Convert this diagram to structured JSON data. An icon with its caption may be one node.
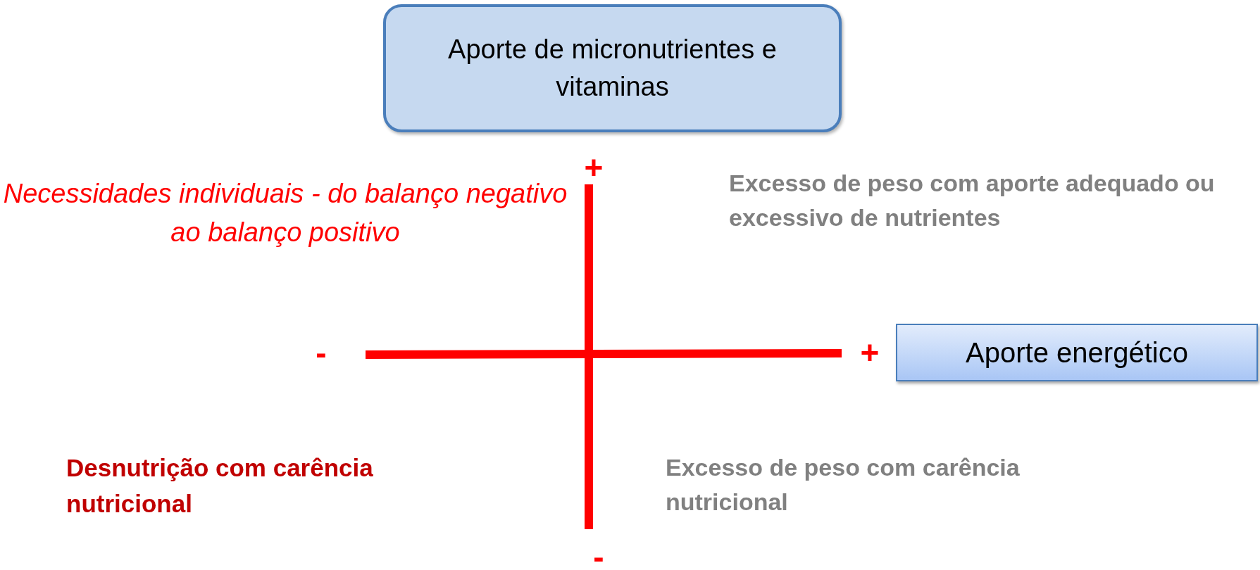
{
  "diagram": {
    "nodes": [
      {
        "text": [
          "Aporte de micronutrientes e vitaminas"
        ]
      },
      {
        "text": [
          "Aporte energético"
        ]
      }
    ],
    "edges": [],
    "labels": [
      "+",
      "Necessidades individuais - do balanço negativo ao balanço positivo",
      "Excesso de peso com aporte adequado ou excessivo de nutrientes",
      "-",
      "+",
      "Desnutrição com carência nutricional",
      "Excesso de peso com carência nutricional",
      "-"
    ]
  }
}
